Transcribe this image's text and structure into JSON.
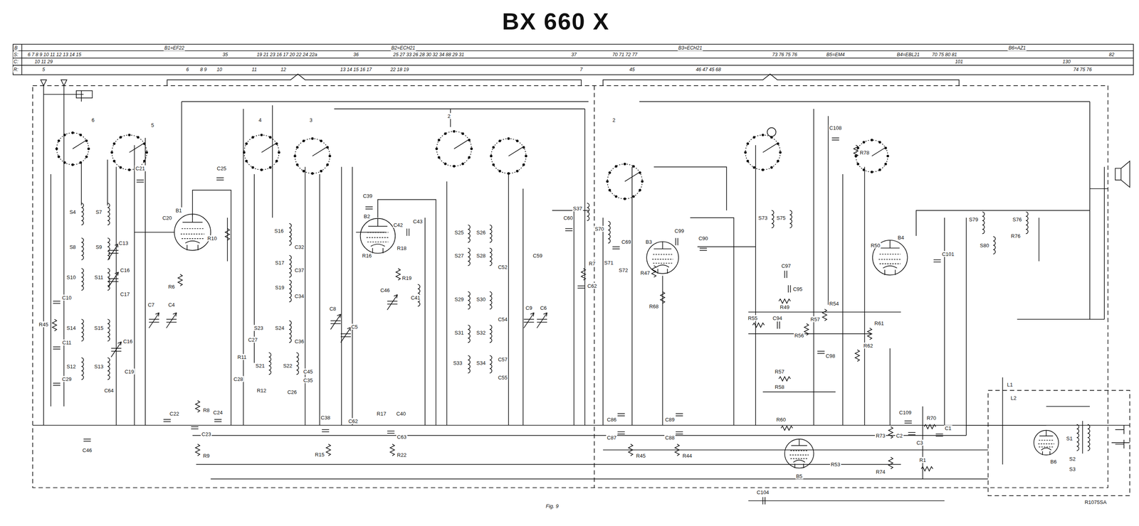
{
  "diagram": {
    "title": "BX 660 X",
    "caption": "Fig. 9",
    "labels": [
      "B",
      "B1=EF22",
      "B2=ECH21",
      "B3=ECH21",
      "B5=EM4",
      "B4=EBL21",
      "B6=AZ1",
      "S:",
      "6 7 8 9 10 11 12 13 14 15",
      "35",
      "19 21 23 16 17 20 22 24 22a",
      "36",
      "25 27 33 26 28 30 32 34 88 29 31",
      "37",
      "70 71 72 77",
      "73 76 75 76",
      "70 75 80 81",
      "82",
      "C:",
      "10 11 29",
      "101",
      "130",
      "R:",
      "5",
      "6",
      "8 9",
      "10",
      "11",
      "12",
      "13 14 15 16 17",
      "22 18 19",
      "7",
      "45",
      "46 47 45 68",
      "74 75 76",
      "6",
      "5",
      "4",
      "3",
      "2",
      "2",
      "S4",
      "S7",
      "C13",
      "S8",
      "S9",
      "C16",
      "S10",
      "S11",
      "C17",
      "R45",
      "C10",
      "S14",
      "S15",
      "C11",
      "C16",
      "S12",
      "S13",
      "C29",
      "C64",
      "C19",
      "C7",
      "C4",
      "C21",
      "C46",
      "B1",
      "C20",
      "R10",
      "R6",
      "C25",
      "C22",
      "R8",
      "C24",
      "C23",
      "R9",
      "S16",
      "C32",
      "S17",
      "C37",
      "S19",
      "C34",
      "S24",
      "C36",
      "S23",
      "S21",
      "S22",
      "R11",
      "C27",
      "C28",
      "R12",
      "C26",
      "C45",
      "C35",
      "C8",
      "C5",
      "C38",
      "R15",
      "R17",
      "C40",
      "C63",
      "R22",
      "C62",
      "B2",
      "C39",
      "C42",
      "C43",
      "R16",
      "R18",
      "R19",
      "C46",
      "C41",
      "S25",
      "S26",
      "S27",
      "S28",
      "C52",
      "S29",
      "S30",
      "C54",
      "S31",
      "S32",
      "S33",
      "S34",
      "C57",
      "C55",
      "C9",
      "C6",
      "C59",
      "C60",
      "S37",
      "R7",
      "C62",
      "S70",
      "C69",
      "S71",
      "S72",
      "B3",
      "C99",
      "C90",
      "R47",
      "R68",
      "C86",
      "C87",
      "R45",
      "C89",
      "C88",
      "R44",
      "S73",
      "S75",
      "C97",
      "C95",
      "R49",
      "B4",
      "R50",
      "C101",
      "S79",
      "S80",
      "S76",
      "R76",
      "C108",
      "R78",
      "R54",
      "R55",
      "C94",
      "R57",
      "R56",
      "C98",
      "R57",
      "R58",
      "R61",
      "R62",
      "B5",
      "R60",
      "R53",
      "R73",
      "R74",
      "C109",
      "C2",
      "C3",
      "R70",
      "R1",
      "C1",
      "L1",
      "L2",
      "B6",
      "S1",
      "S2",
      "S3",
      "C104",
      "R1075SA"
    ]
  }
}
